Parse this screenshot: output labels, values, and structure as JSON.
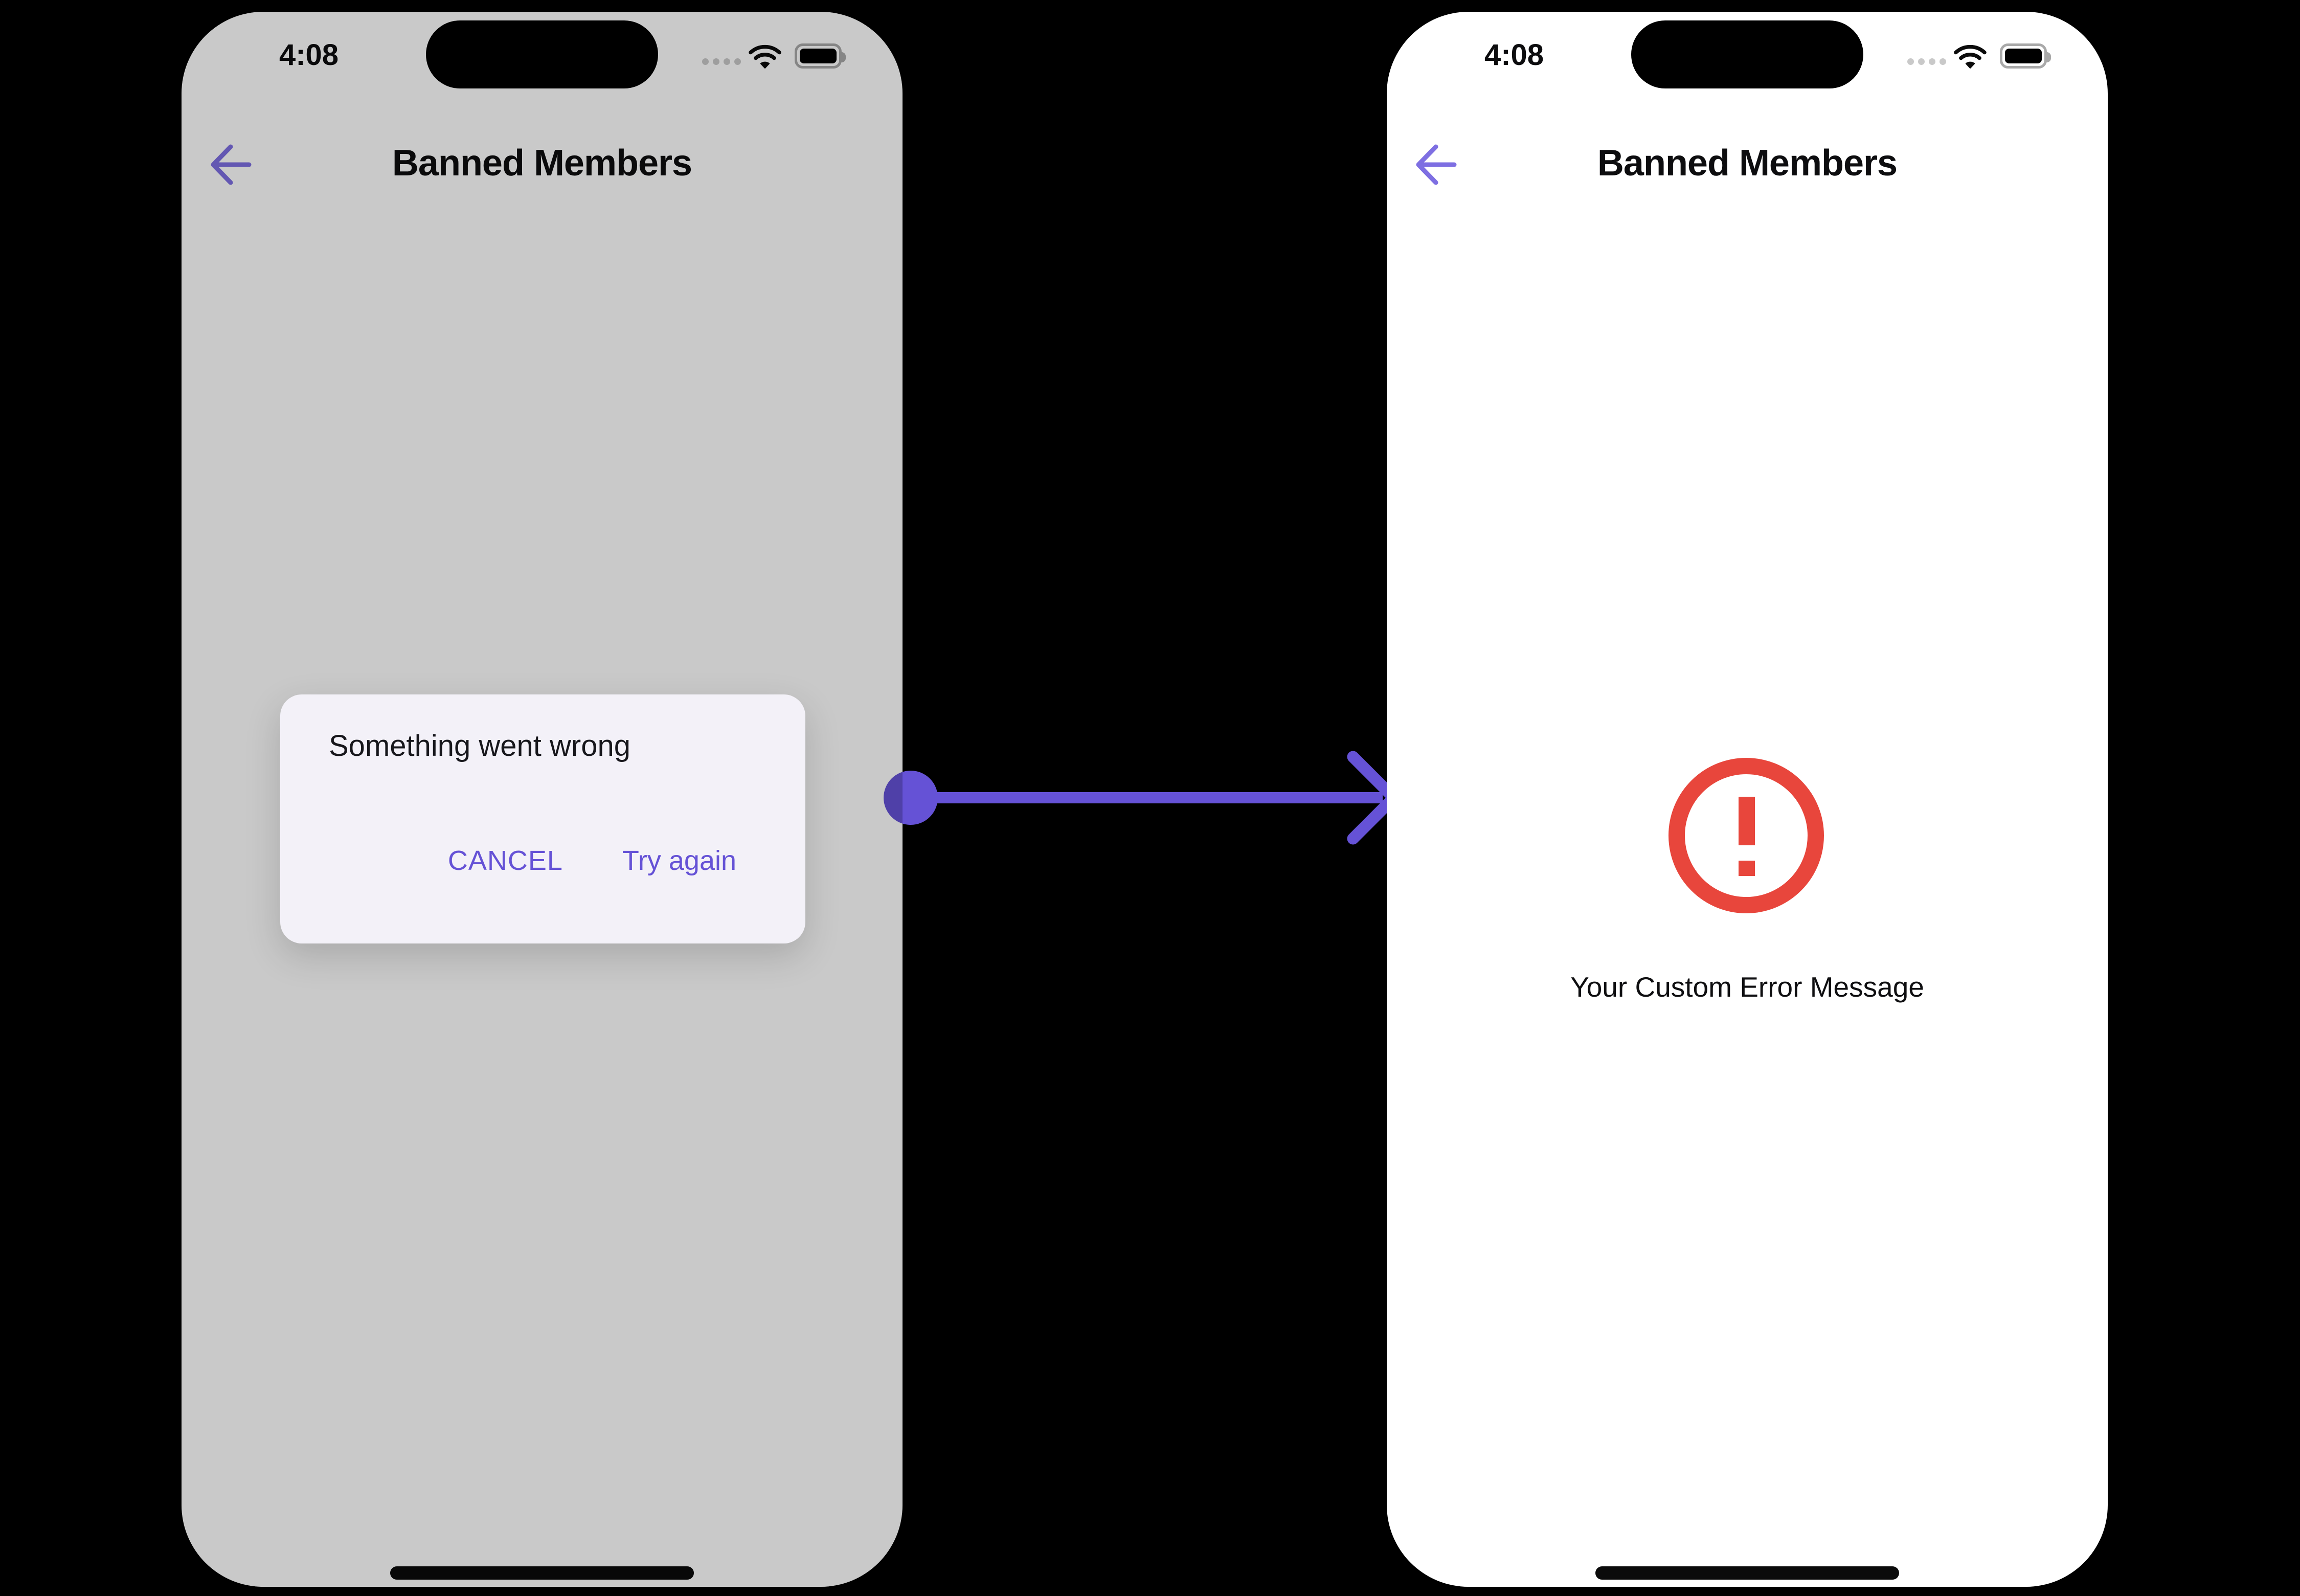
{
  "left_phone": {
    "status": {
      "time": "4:08"
    },
    "nav": {
      "title": "Banned Members"
    },
    "dialog": {
      "title": "Something went wrong",
      "cancel_label": "CANCEL",
      "confirm_label": "Try again"
    }
  },
  "right_phone": {
    "status": {
      "time": "4:08"
    },
    "nav": {
      "title": "Banned Members"
    },
    "error": {
      "message": "Your Custom Error Message"
    }
  },
  "icons": {
    "back": "back-arrow-icon",
    "wifi": "wifi-icon",
    "battery": "battery-icon",
    "cellular": "cellular-dots-icon",
    "error": "alert-circle-icon",
    "connector": "flow-arrow-icon"
  },
  "colors": {
    "canvas_bg": "#000000",
    "screen_bg": "#ffffff",
    "scrim": "rgba(0,0,0,0.21)",
    "dialog_bg": "#f3f1f8",
    "accent": "#6552d6",
    "back_arrow": "#7e6fe2",
    "error": "#e8463c",
    "battery_border": "#a9a9a9",
    "dots": "#c9c9c9"
  }
}
